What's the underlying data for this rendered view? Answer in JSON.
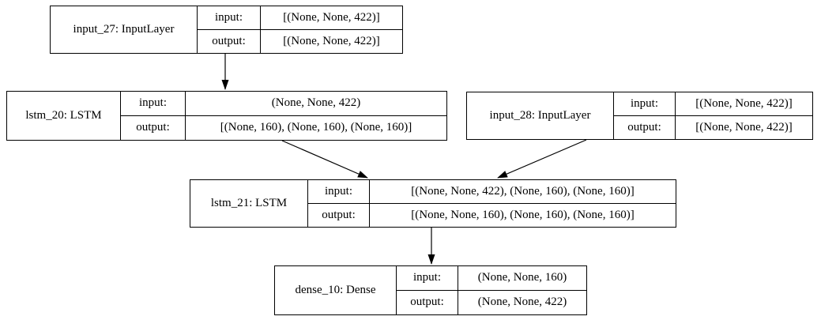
{
  "diagram": {
    "type": "keras-model-architecture-graph",
    "labels": {
      "input": "input:",
      "output": "output:"
    },
    "nodes": [
      {
        "id": "input_27",
        "name": "input_27: InputLayer",
        "input_shape": "[(None, None, 422)]",
        "output_shape": "[(None, None, 422)]"
      },
      {
        "id": "lstm_20",
        "name": "lstm_20: LSTM",
        "input_shape": "(None, None, 422)",
        "output_shape": "[(None, 160), (None, 160), (None, 160)]"
      },
      {
        "id": "input_28",
        "name": "input_28: InputLayer",
        "input_shape": "[(None, None, 422)]",
        "output_shape": "[(None, None, 422)]"
      },
      {
        "id": "lstm_21",
        "name": "lstm_21: LSTM",
        "input_shape": "[(None, None, 422), (None, 160), (None, 160)]",
        "output_shape": "[(None, None, 160), (None, 160), (None, 160)]"
      },
      {
        "id": "dense_10",
        "name": "dense_10: Dense",
        "input_shape": "(None, None, 160)",
        "output_shape": "(None, None, 422)"
      }
    ],
    "edges": [
      {
        "from": "input_27",
        "to": "lstm_20"
      },
      {
        "from": "lstm_20",
        "to": "lstm_21"
      },
      {
        "from": "input_28",
        "to": "lstm_21"
      },
      {
        "from": "lstm_21",
        "to": "dense_10"
      }
    ],
    "colors": {
      "background": "#ffffff",
      "border": "#000000",
      "text": "#000000",
      "edge": "#000000"
    }
  }
}
